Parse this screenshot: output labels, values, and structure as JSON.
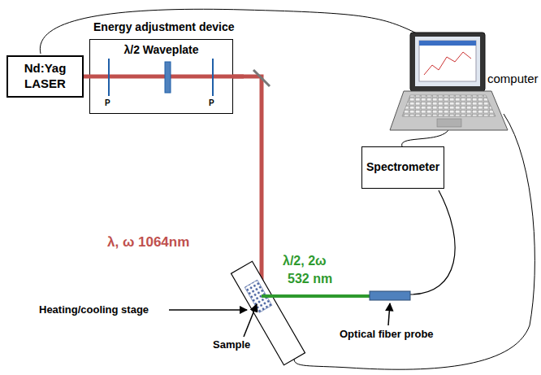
{
  "diagram": {
    "nodes": [
      {
        "text": [
          "Nd:Yag LASER"
        ]
      },
      {
        "text": [
          "Energy adjustment device",
          "λ/2 Waveplate"
        ]
      },
      {
        "text": [
          "Spectrometer"
        ]
      }
    ],
    "edges": [
      {
        "from": 0,
        "to": 1,
        "arrow": "none"
      }
    ],
    "labels": [
      "P",
      "P",
      "λ, ω 1064nm",
      "λ/2, 2ω",
      "532 nm",
      "Heating/cooling stage",
      "Sample",
      "Optical fiber probe",
      "computer"
    ]
  }
}
